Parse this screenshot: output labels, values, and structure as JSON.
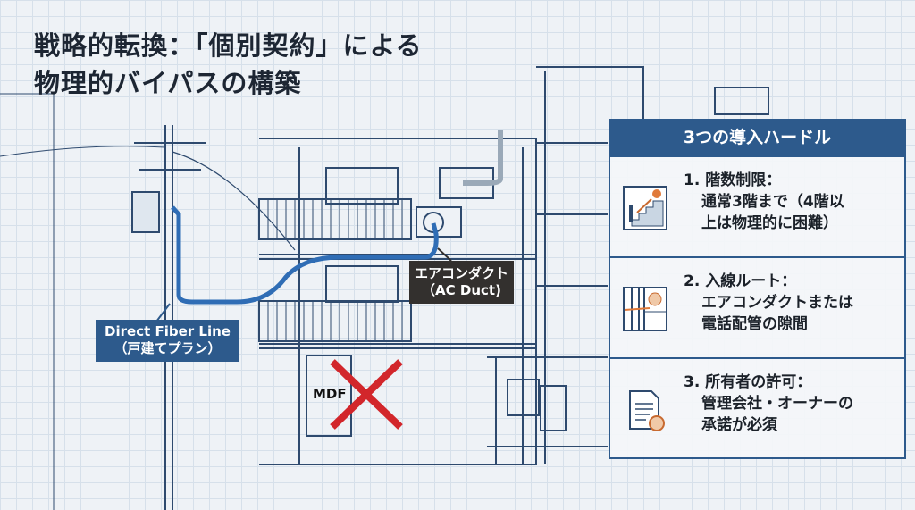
{
  "title": {
    "line1": "戦略的転換：「個別契約」による",
    "line2": "物理的バイパスの構築"
  },
  "labels": {
    "fiber_line1": "Direct Fiber Line",
    "fiber_line2": "（戸建てプラン）",
    "duct_line1": "エアコンダクト",
    "duct_line2": "（AC Duct)",
    "mdf": "MDF"
  },
  "panel": {
    "header": "3つの導入ハードル",
    "items": [
      {
        "heading": "1. 階数制限：",
        "lines": [
          "通常3階まで（4階以",
          "上は物理的に困難）"
        ],
        "icon": "stairs-icon"
      },
      {
        "heading": "2. 入線ルート：",
        "lines": [
          "エアコンダクトまたは",
          "電話配管の隙間"
        ],
        "icon": "duct-icon"
      },
      {
        "heading": "3. 所有者の許可：",
        "lines": [
          "管理会社・オーナーの",
          "承諾が必須"
        ],
        "icon": "document-icon"
      }
    ]
  },
  "colors": {
    "accent": "#2d5a8c",
    "fiber": "#2f6db5",
    "cross": "#d2262b",
    "line": "#2e4a6e"
  }
}
